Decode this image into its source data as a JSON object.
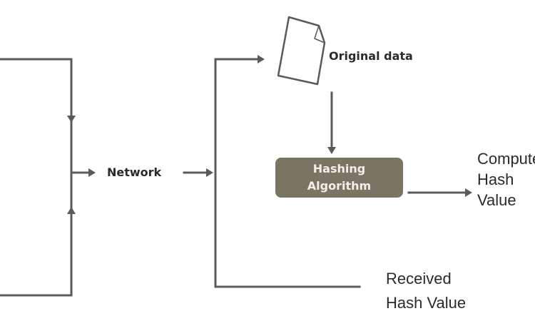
{
  "diagram": {
    "network_label": "Network",
    "original_data_label": "Original data",
    "hashing_algorithm": {
      "line1": "Hashing",
      "line2": "Algorithm"
    },
    "computed_hash_value": {
      "line1": "Computed",
      "line2": "Hash",
      "line3": "Value"
    },
    "received_hash_value": {
      "line1": "Received",
      "line2": "Hash Value"
    }
  },
  "colors": {
    "line": "#5a5a5a",
    "box_fill": "#7a7562",
    "box_text": "#f2f0e8"
  },
  "icons": {
    "document": "document-icon"
  }
}
